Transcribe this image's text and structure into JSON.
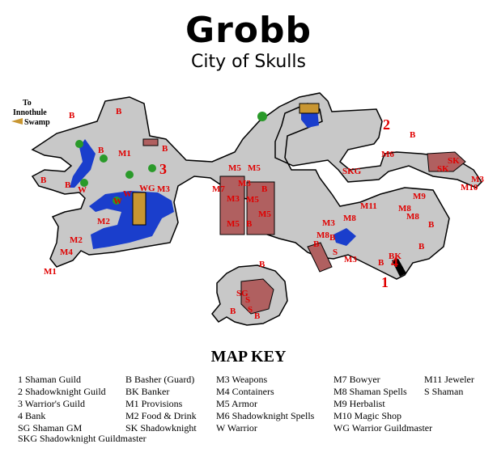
{
  "title": "Grobb",
  "subtitle": "City of Skulls",
  "exit_label_1": "To",
  "exit_label_2": "Innothule",
  "exit_label_3": "Swamp",
  "map_key_title": "MAP KEY",
  "colors": {
    "floor": "#c8c8c8",
    "water": "#1a3ecc",
    "tree": "#2a9a2a",
    "building": "#b06060",
    "label": "#e00000"
  },
  "markers": [
    {
      "text": "B"
    },
    {
      "text": "B"
    },
    {
      "text": "M1"
    },
    {
      "text": "B"
    },
    {
      "text": "B"
    },
    {
      "text": "B"
    },
    {
      "text": "B"
    },
    {
      "text": "W"
    },
    {
      "text": "3"
    },
    {
      "text": "WG"
    },
    {
      "text": "M3"
    },
    {
      "text": "W"
    },
    {
      "text": "W"
    },
    {
      "text": "M2"
    },
    {
      "text": "M2"
    },
    {
      "text": "M4"
    },
    {
      "text": "M1"
    },
    {
      "text": "M5"
    },
    {
      "text": "M5"
    },
    {
      "text": "M7"
    },
    {
      "text": "B"
    },
    {
      "text": "M3"
    },
    {
      "text": "M3"
    },
    {
      "text": "M5"
    },
    {
      "text": "M5"
    },
    {
      "text": "M5"
    },
    {
      "text": "B"
    },
    {
      "text": "2"
    },
    {
      "text": "B"
    },
    {
      "text": "M6"
    },
    {
      "text": "SKG"
    },
    {
      "text": "SK"
    },
    {
      "text": "SK"
    },
    {
      "text": "M3"
    },
    {
      "text": "M10"
    },
    {
      "text": "M11"
    },
    {
      "text": "M9"
    },
    {
      "text": "M8"
    },
    {
      "text": "M8"
    },
    {
      "text": "M8"
    },
    {
      "text": "M3"
    },
    {
      "text": "M8"
    },
    {
      "text": "B"
    },
    {
      "text": "B"
    },
    {
      "text": "B"
    },
    {
      "text": "S"
    },
    {
      "text": "M3"
    },
    {
      "text": "B"
    },
    {
      "text": "B"
    },
    {
      "text": "BK"
    },
    {
      "text": "4"
    },
    {
      "text": "1"
    },
    {
      "text": "B"
    },
    {
      "text": "SG"
    },
    {
      "text": "S"
    },
    {
      "text": "B"
    },
    {
      "text": "S"
    },
    {
      "text": "B"
    }
  ],
  "key_columns": [
    [
      "1 Shaman Guild",
      "2 Shadowknight Guild",
      "3 Warrior's Guild",
      "4 Bank",
      "SG Shaman GM"
    ],
    [
      "B Basher (Guard)",
      "BK Banker",
      "M1 Provisions",
      "M2 Food & Drink",
      "SK Shadowknight"
    ],
    [
      "M3 Weapons",
      "M4 Containers",
      "M5 Armor",
      "M6 Shadowknight Spells",
      "W Warrior"
    ],
    [
      "M7 Bowyer",
      "M8 Shaman Spells",
      "M9 Herbalist",
      "M10 Magic Shop",
      "WG Warrior Guildmaster"
    ],
    [
      "M11 Jeweler",
      "S Shaman"
    ]
  ],
  "key_last": "SKG Shadowknight Guildmaster"
}
